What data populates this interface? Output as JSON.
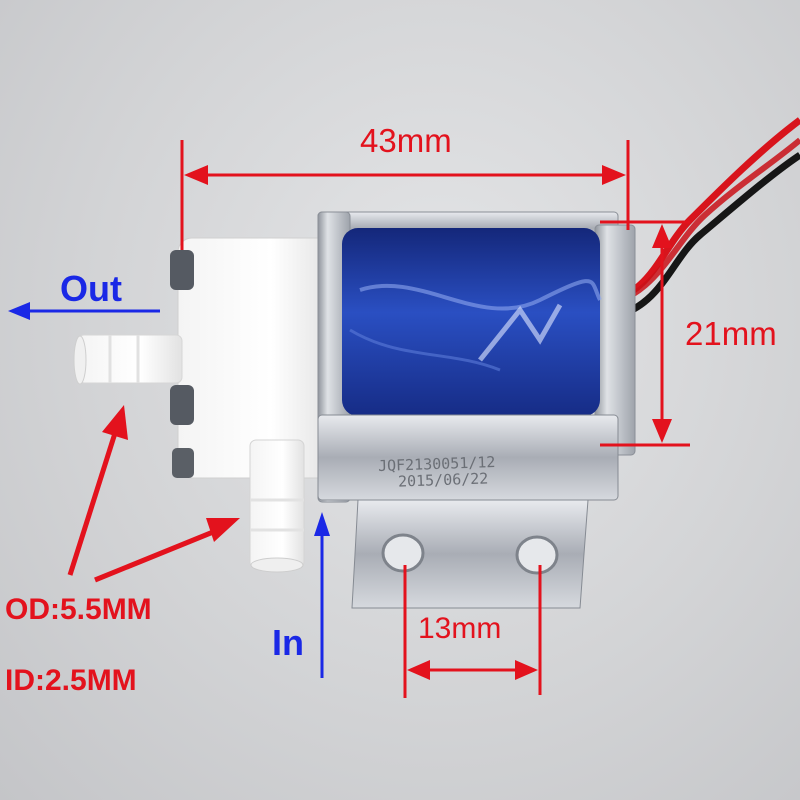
{
  "dimensions": {
    "length": "43mm",
    "height": "21mm",
    "hole_spacing": "13mm"
  },
  "ports": {
    "out_label": "Out",
    "in_label": "In"
  },
  "specs": {
    "od": "OD:5.5MM",
    "id": "ID:2.5MM"
  },
  "markings": {
    "part_number": "JQF2130051/12",
    "date": "2015/06/22"
  },
  "colors": {
    "annotation_red": "#e3121d",
    "annotation_blue": "#1a28e6",
    "coil_blue": "#1f3fa8",
    "bracket_metal": "#b8bcc4"
  }
}
